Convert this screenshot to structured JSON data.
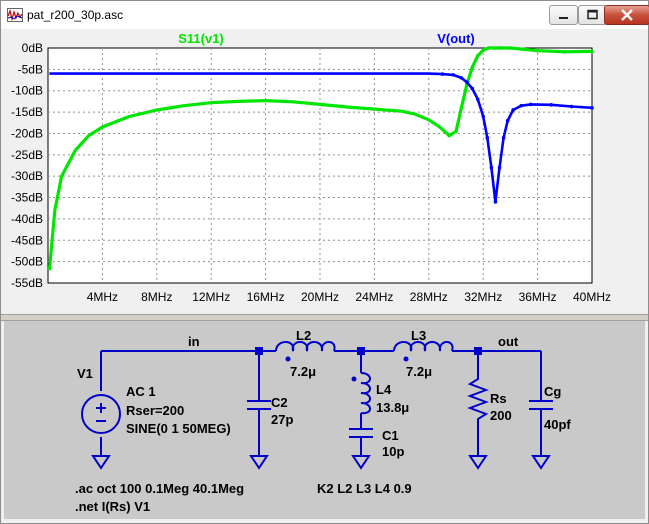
{
  "window": {
    "title": "pat_r200_30p.asc"
  },
  "icons": {
    "app": "waveform-icon",
    "minimize": "minimize-icon",
    "maximize": "maximize-icon",
    "close": "close-icon"
  },
  "colors": {
    "s11": "#00e600",
    "vout": "#0000ff",
    "wire": "#0000c8",
    "component": "#0000c8",
    "text": "#000000"
  },
  "chart_data": {
    "type": "line",
    "title": "",
    "xlabel": "",
    "ylabel": "",
    "xlim": [
      0,
      40
    ],
    "ylim": [
      -55,
      0
    ],
    "x_ticks": [
      "4MHz",
      "8MHz",
      "12MHz",
      "16MHz",
      "20MHz",
      "24MHz",
      "28MHz",
      "32MHz",
      "36MHz",
      "40MHz"
    ],
    "y_ticks": [
      "0dB",
      "-5dB",
      "-10dB",
      "-15dB",
      "-20dB",
      "-25dB",
      "-30dB",
      "-35dB",
      "-40dB",
      "-45dB",
      "-50dB",
      "-55dB"
    ],
    "grid": true,
    "series": [
      {
        "name": "S11(v1)",
        "color": "#00e600",
        "x": [
          0.1,
          0.5,
          1,
          2,
          3,
          4,
          6,
          8,
          10,
          12,
          14,
          16,
          18,
          20,
          22,
          24,
          26,
          27,
          28,
          28.8,
          29.5,
          30.0,
          30.4,
          30.8,
          31.2,
          31.6,
          32.0,
          32.4,
          32.8,
          33.2,
          34,
          35,
          36,
          38,
          40
        ],
        "y": [
          -52,
          -38,
          -30,
          -24,
          -20.5,
          -18.5,
          -16,
          -14.5,
          -13.5,
          -12.8,
          -12.5,
          -12.3,
          -12.6,
          -13.2,
          -13.8,
          -14.3,
          -14.8,
          -15.5,
          -16.8,
          -18.5,
          -20.5,
          -19.5,
          -14,
          -8.5,
          -4.5,
          -1.8,
          -0.5,
          0,
          0,
          0,
          0,
          -0.3,
          -0.6,
          -0.9,
          -0.8
        ]
      },
      {
        "name": "V(out)",
        "color": "#0000ff",
        "x": [
          0.1,
          2,
          6,
          10,
          14,
          18,
          22,
          26,
          28,
          29,
          29.8,
          30.4,
          30.8,
          31.2,
          31.6,
          32.0,
          32.3,
          32.6,
          32.9,
          33.2,
          33.5,
          33.8,
          34.2,
          34.8,
          35.5,
          37,
          38.5,
          40
        ],
        "y": [
          -6,
          -6,
          -6,
          -6,
          -6,
          -6,
          -6,
          -6,
          -6,
          -6.1,
          -6.3,
          -7,
          -8,
          -9.5,
          -12,
          -16,
          -21,
          -28,
          -36,
          -28,
          -21,
          -17,
          -14.5,
          -13.5,
          -13.2,
          -13.3,
          -13.7,
          -14
        ]
      }
    ]
  },
  "schematic": {
    "nets": [
      "in",
      "out"
    ],
    "components": [
      {
        "ref": "V1",
        "lines": [
          "AC 1",
          "Rser=200",
          "SINE(0 1 50MEG)"
        ]
      },
      {
        "ref": "L2",
        "value": "7.2μ"
      },
      {
        "ref": "C2",
        "value": "27p"
      },
      {
        "ref": "L4",
        "value": "13.8μ"
      },
      {
        "ref": "C1",
        "value": "10p"
      },
      {
        "ref": "L3",
        "value": "7.2μ"
      },
      {
        "ref": "Rs",
        "value": "200"
      },
      {
        "ref": "Cg",
        "value": "40pf"
      }
    ],
    "directives": [
      ".ac oct 100 0.1Meg 40.1Meg",
      ".net I(Rs) V1"
    ],
    "coupling": "K2 L2 L3 L4 0.9"
  }
}
